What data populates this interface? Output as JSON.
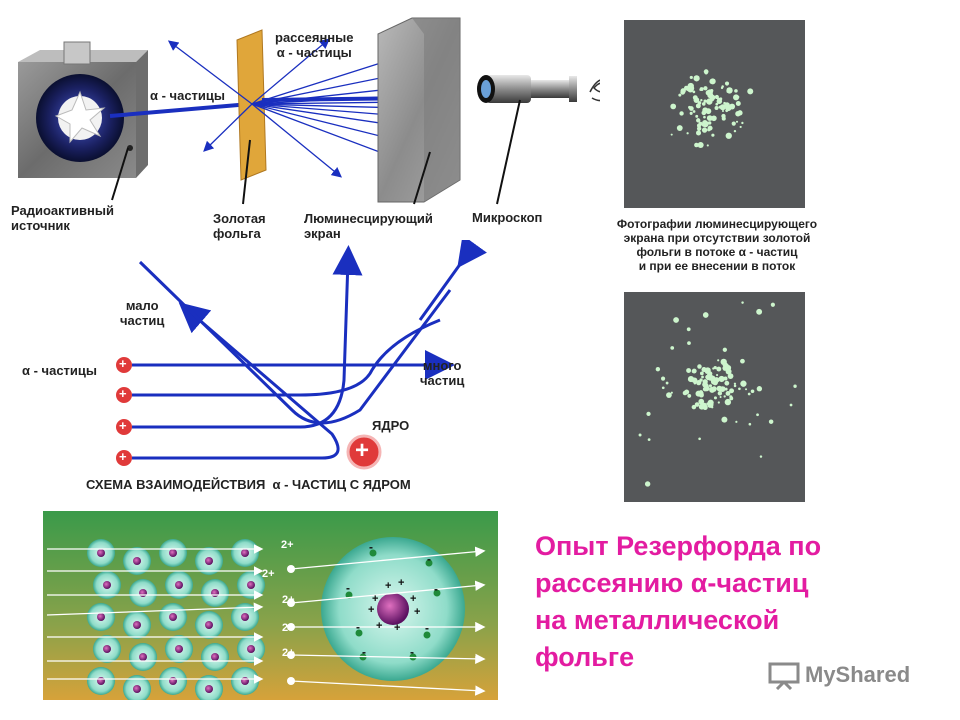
{
  "top_labels": {
    "source": [
      "Радиоактивный",
      "источник"
    ],
    "foil": [
      "Золотая",
      "фольга"
    ],
    "screen": [
      "Люминесцирующий",
      "экран"
    ],
    "microscope": "Микроскоп",
    "scattered": [
      "рассеянные",
      "α - частицы"
    ],
    "alpha": "α - частицы"
  },
  "photo_caption": [
    "Фотографии люминесцирующего",
    "экрана при отсутствии золотой",
    "фольги в потоке α - частиц",
    "и при ее внесении в поток"
  ],
  "scheme": {
    "few": [
      "мало",
      "частиц"
    ],
    "many": [
      "много",
      "частиц"
    ],
    "alpha": "α - частицы",
    "nucleus": "ЯДРО",
    "caption": "СХЕМА ВЗАИМОДЕЙСТВИЯ  α - ЧАСТИЦ С ЯДРОМ",
    "plus": "+"
  },
  "atom": {
    "charge": "2+",
    "plus": "+",
    "minus": "-"
  },
  "title": [
    "Опыт Резерфорда по",
    "рассеянию α-частиц",
    "на металлической",
    "фольге"
  ],
  "watermark": "MyShared",
  "colors": {
    "title": "#e31ca1",
    "beam": "#1a2fbf",
    "panel": "#555759",
    "dots": "#cdf5cd"
  }
}
